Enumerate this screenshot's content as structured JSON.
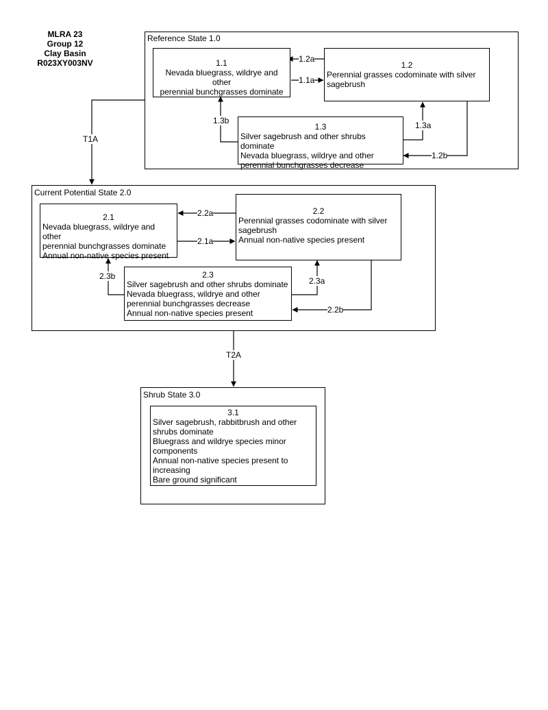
{
  "header": {
    "lines": [
      "MLRA 23",
      "Group 12",
      "Clay Basin",
      "R023XY003NV"
    ]
  },
  "states": {
    "reference": {
      "title": "Reference State 1.0",
      "p11": {
        "num": "1.1",
        "lines": [
          "Nevada bluegrass, wildrye and other",
          "perennial bunchgrasses dominate"
        ]
      },
      "p12": {
        "num": "1.2",
        "lines": [
          "Perennial grasses codominate with silver",
          "sagebrush"
        ]
      },
      "p13": {
        "num": "1.3",
        "lines": [
          "Silver sagebrush and other shrubs dominate",
          "Nevada bluegrass, wildrye and other",
          "perennial bunchgrasses decrease"
        ]
      }
    },
    "current": {
      "title": "Current Potential State 2.0",
      "p21": {
        "num": "2.1",
        "lines": [
          "Nevada bluegrass, wildrye and other",
          "perennial bunchgrasses dominate",
          "Annual non-native species present"
        ]
      },
      "p22": {
        "num": "2.2",
        "lines": [
          "Perennial grasses codominate with silver",
          "sagebrush",
          "Annual non-native species present"
        ]
      },
      "p23": {
        "num": "2.3",
        "lines": [
          "Silver sagebrush and other shrubs dominate",
          "Nevada bluegrass, wildrye and other",
          "perennial bunchgrasses decrease",
          "Annual non-native species present"
        ]
      }
    },
    "shrub": {
      "title": "Shrub State 3.0",
      "p31": {
        "num": "3.1",
        "lines": [
          "Silver sagebrush, rabbitbrush and other",
          "shrubs dominate",
          "Bluegrass and wildrye species minor",
          "components",
          "Annual non-native species present to",
          "increasing",
          "Bare ground significant"
        ]
      }
    }
  },
  "transitions": {
    "t_1_2a": "1.2a",
    "t_1_1a": "1.1a",
    "t_1_3b": "1.3b",
    "t_1_3a": "1.3a",
    "t_1_2b": "1.2b",
    "t_T1A": "T1A",
    "t_2_2a": "2.2a",
    "t_2_1a": "2.1a",
    "t_2_3b": "2.3b",
    "t_2_3a": "2.3a",
    "t_2_2b": "2.2b",
    "t_T2A": "T2A"
  }
}
